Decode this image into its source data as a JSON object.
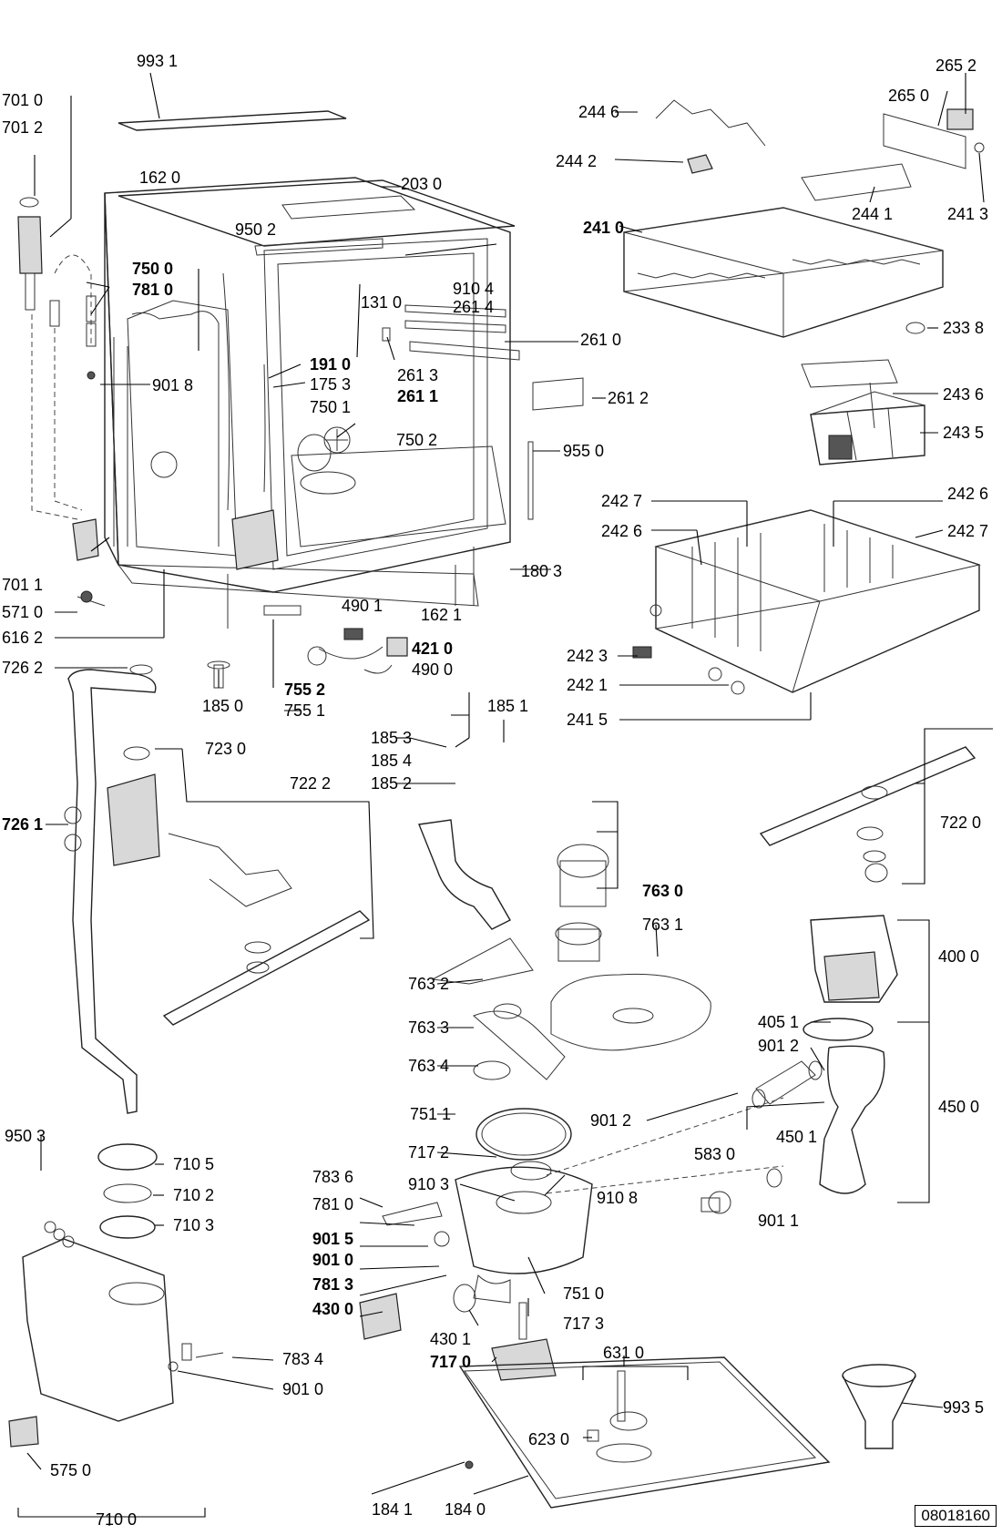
{
  "drawing_number": "08018160",
  "labels": {
    "l_9931": "993 1",
    "l_7010": "701 0",
    "l_7012": "701 2",
    "l_1620": "162 0",
    "l_2030": "203 0",
    "l_9502": "950 2",
    "l_7500": "750 0",
    "l_7810a": "781 0",
    "l_9018": "901 8",
    "l_1310": "131 0",
    "l_9104": "910 4",
    "l_2614": "261 4",
    "l_1910": "191 0",
    "l_1753": "175 3",
    "l_2613": "261 3",
    "l_2611": "261 1",
    "l_2610": "261 0",
    "l_2612": "261 2",
    "l_7501": "750 1",
    "l_7502": "750 2",
    "l_9550": "955 0",
    "l_7011": "701 1",
    "l_5710": "571 0",
    "l_6162": "616 2",
    "l_1803": "180 3",
    "l_4901": "490 1",
    "l_1621": "162 1",
    "l_4210": "421 0",
    "l_4900": "490 0",
    "l_7262": "726 2",
    "l_1850": "185 0",
    "l_7552": "755 2",
    "l_7551": "755 1",
    "l_2446": "244 6",
    "l_2652": "265 2",
    "l_2650": "265 0",
    "l_2442": "244 2",
    "l_2441": "244 1",
    "l_2413": "241 3",
    "l_2410": "241 0",
    "l_2338": "233 8",
    "l_2436": "243 6",
    "l_2435": "243 5",
    "l_2427a": "242 7",
    "l_2426a": "242 6",
    "l_2426b": "242 6",
    "l_2427b": "242 7",
    "l_2423": "242 3",
    "l_2421": "242 1",
    "l_2415": "241 5",
    "l_1851": "185 1",
    "l_1853": "185 3",
    "l_1854": "185 4",
    "l_1852": "185 2",
    "l_7230": "723 0",
    "l_7222": "722 2",
    "l_7261": "726 1",
    "l_7220": "722 0",
    "l_7630": "763 0",
    "l_7631": "763 1",
    "l_7632": "763 2",
    "l_7633": "763 3",
    "l_7634": "763 4",
    "l_4000": "400 0",
    "l_4051": "405 1",
    "l_9012a": "901 2",
    "l_7511": "751 1",
    "l_9012b": "901 2",
    "l_4500": "450 0",
    "l_4501": "450 1",
    "l_7172": "717 2",
    "l_9103": "910 3",
    "l_9108": "910 8",
    "l_5830": "583 0",
    "l_7836": "783 6",
    "l_7810b": "781 0",
    "l_9015": "901 5",
    "l_9010a": "901 0",
    "l_7813": "781 3",
    "l_4300": "430 0",
    "l_9011": "901 1",
    "l_7510": "751 0",
    "l_7173": "717 3",
    "l_4301": "430 1",
    "l_7170": "717 0",
    "l_9503": "950 3",
    "l_7105": "710 5",
    "l_7102": "710 2",
    "l_7103": "710 3",
    "l_7834": "783 4",
    "l_9010b": "901 0",
    "l_6310": "631 0",
    "l_6230": "623 0",
    "l_9935": "993 5",
    "l_5750": "575 0",
    "l_1841": "184 1",
    "l_1840": "184 0",
    "l_7100": "710 0"
  }
}
